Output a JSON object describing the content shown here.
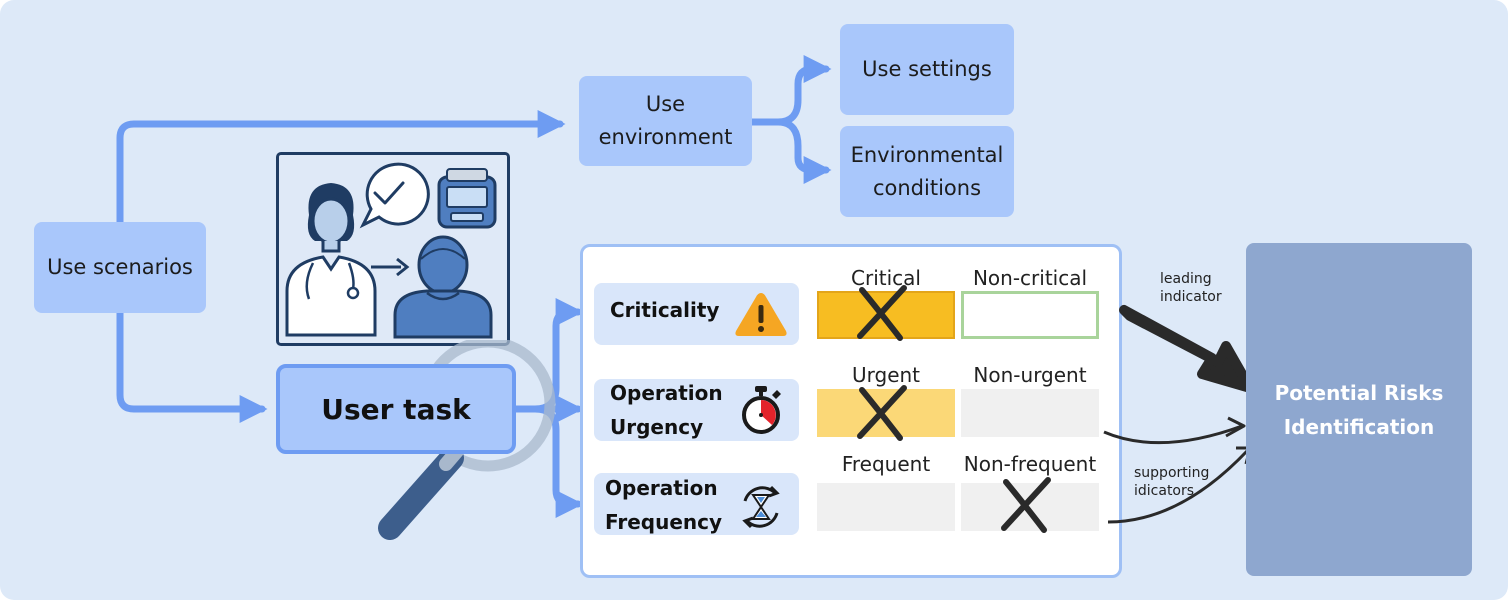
{
  "nodes": {
    "use_scenarios": "Use scenarios",
    "use_environment": [
      "Use",
      "environment"
    ],
    "use_settings": "Use settings",
    "environmental_conditions": [
      "Environmental",
      "conditions"
    ],
    "user_task": "User task"
  },
  "assessment": {
    "rows": [
      {
        "label": [
          "Criticality"
        ],
        "icon": "warning-icon",
        "options": [
          "Critical",
          "Non-critical"
        ],
        "selected": "Critical"
      },
      {
        "label": [
          "Operation",
          "Urgency"
        ],
        "icon": "stopwatch-icon",
        "options": [
          "Urgent",
          "Non-urgent"
        ],
        "selected": "Urgent"
      },
      {
        "label": [
          "Operation",
          "Frequency"
        ],
        "icon": "hourglass-cycle-icon",
        "options": [
          "Frequent",
          "Non-frequent"
        ],
        "selected": "Non-frequent"
      }
    ]
  },
  "indicators": {
    "leading": [
      "leading",
      "indicator"
    ],
    "supporting": [
      "supporting",
      "idicators"
    ]
  },
  "result": [
    "Potential Risks",
    "Identification"
  ],
  "icons": [
    "doctor-icon",
    "patient-icon",
    "speech-bubble-check-icon",
    "medical-device-icon",
    "magnifier-icon",
    "cross-mark-icon"
  ],
  "colors": {
    "background": "#dde9f8",
    "node": "#a9c7fb",
    "connector": "#6e9cf2",
    "critical_selected": "#f7bd22",
    "urgent_selected": "#fbd877",
    "noncritical_border": "#a9d49b",
    "empty_cell": "#f0f0f0",
    "result_box": "#8ea7cf",
    "frame": "#1f3c63"
  }
}
